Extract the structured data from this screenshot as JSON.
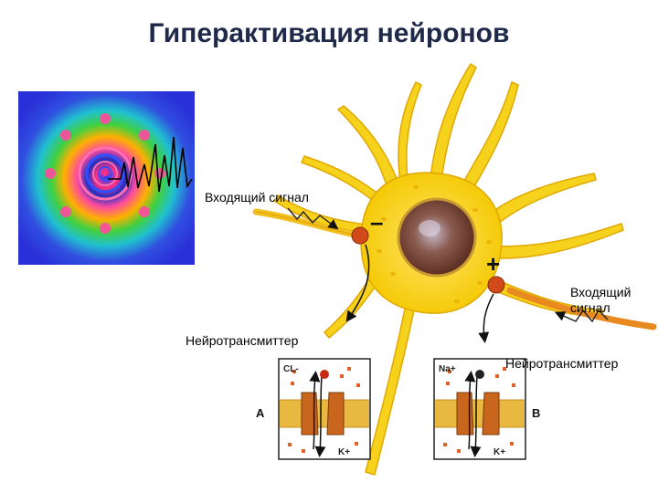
{
  "title": "Гиперактивация нейронов",
  "labels": {
    "incoming_signal_left": "Входящий сигнал",
    "incoming_signal_right_line1": "Входящий",
    "incoming_signal_right_line2": "сигнал",
    "neurotransmitter_left": "Нейротрансмиттер",
    "neurotransmitter_right": "Нейротрансмиттер"
  },
  "synapse_signs": {
    "inhibitory": "–",
    "excitatory": "+"
  },
  "panels": [
    {
      "letter": "A",
      "ion_top": "CL-",
      "ion_bottom": "K+"
    },
    {
      "letter": "B",
      "ion_top": "Na+",
      "ion_bottom": "K+"
    }
  ],
  "colors": {
    "neuron_fill": "#f7d21c",
    "neuron_edge": "#e0a800",
    "nucleus": "#7a4a3a",
    "synapse": "#d24a1a",
    "channel": "#c8661e",
    "membrane": "#e8b840"
  }
}
